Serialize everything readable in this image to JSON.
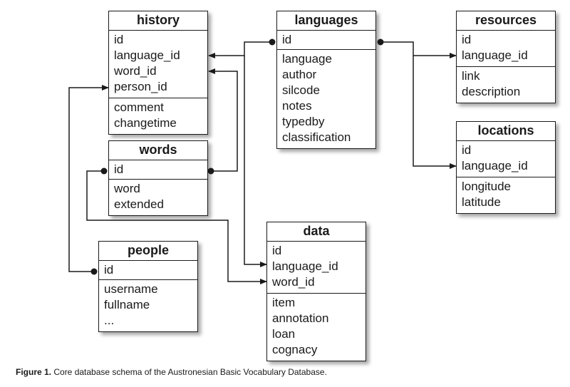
{
  "tables": {
    "history": {
      "title": "history",
      "pk": [
        "id",
        "language_id",
        "word_id",
        "person_id"
      ],
      "fields": [
        "comment",
        "changetime"
      ]
    },
    "languages": {
      "title": "languages",
      "pk": [
        "id"
      ],
      "fields": [
        "language",
        "author",
        "silcode",
        "notes",
        "typedby",
        "classification"
      ]
    },
    "resources": {
      "title": "resources",
      "pk": [
        "id",
        "language_id"
      ],
      "fields": [
        "link",
        "description"
      ]
    },
    "words": {
      "title": "words",
      "pk": [
        "id"
      ],
      "fields": [
        "word",
        "extended"
      ]
    },
    "locations": {
      "title": "locations",
      "pk": [
        "id",
        "language_id"
      ],
      "fields": [
        "longitude",
        "latitude"
      ]
    },
    "data": {
      "title": "data",
      "pk": [
        "id",
        "language_id",
        "word_id"
      ],
      "fields": [
        "item",
        "annotation",
        "loan",
        "cognacy"
      ]
    },
    "people": {
      "title": "people",
      "pk": [
        "id"
      ],
      "fields": [
        "username",
        "fullname",
        "..."
      ]
    }
  },
  "caption": {
    "label": "Figure 1.",
    "text": " Core database schema of the Austronesian Basic Vocabulary Database."
  }
}
